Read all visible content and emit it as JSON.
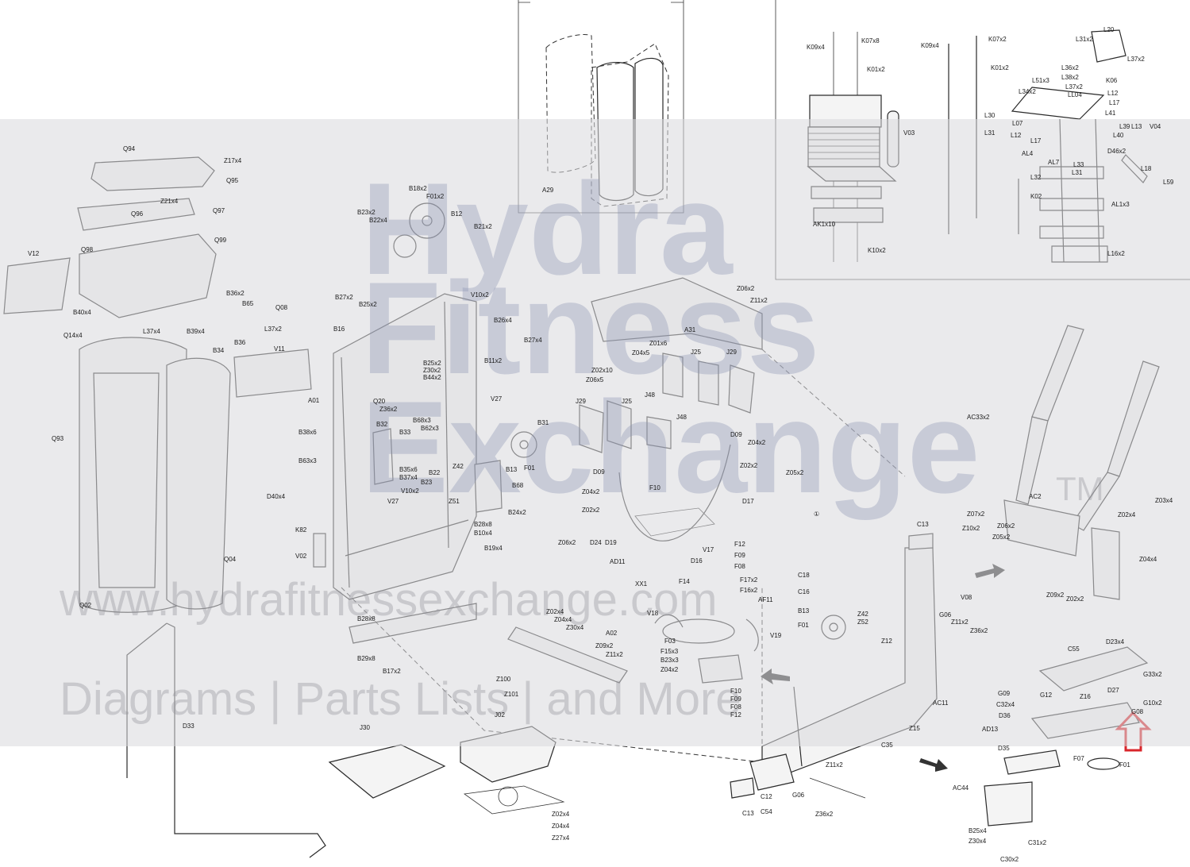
{
  "labels": {
    "Q94": "Q94",
    "Z17x4": "Z17x4",
    "Q95": "Q95",
    "Z21x4": "Z21x4",
    "Q96": "Q96",
    "Q97": "Q97",
    "Q98": "Q98",
    "Q99": "Q99",
    "V12": "V12",
    "B40x4": "B40x4",
    "Q14x4": "Q14x4",
    "L37x4": "L37x4",
    "B36x2": "B36x2",
    "B65": "B65",
    "Q08": "Q08",
    "L37x2": "L37x2",
    "B39x4": "B39x4",
    "B34": "B34",
    "B36": "B36",
    "V11": "V11",
    "Q93": "Q93",
    "D40x4": "D40x4",
    "K82": "K82",
    "Q04": "Q04",
    "Q02": "Q02",
    "D33": "D33",
    "V02": "V02",
    "A29": "A29",
    "K09x4": "K09x4",
    "K07x8": "K07x8",
    "K01x2": "K01x2",
    "K09x4b": "K09x4",
    "K07x2": "K07x2",
    "K01x2b": "K01x2",
    "V03": "V03",
    "AK1x10": "AK1x10",
    "K10x2": "K10x2",
    "K02": "K02",
    "L31x2": "L31x2",
    "L20": "L20",
    "L37x2b": "L37x2",
    "L36x2": "L36x2",
    "L38x2": "L38x2",
    "L51x3": "L51x3",
    "K06": "K06",
    "L37x2c": "L37x2",
    "LL04": "LL04",
    "L34x2": "L34x2",
    "L12": "L12",
    "L17": "L17",
    "L41": "L41",
    "L30": "L30",
    "L07": "L07",
    "L31": "L31",
    "L12b": "L12",
    "L17b": "L17",
    "L39": "L39",
    "L13": "L13",
    "V04": "V04",
    "L40": "L40",
    "AL4": "AL4",
    "D46x2": "D46x2",
    "AL7": "AL7",
    "L33": "L33",
    "L31b": "L31",
    "L18": "L18",
    "L59": "L59",
    "L32": "L32",
    "AL1x3": "AL1x3",
    "L16x2": "L16x2",
    "B18x2": "B18x2",
    "F01x2": "F01x2",
    "B23x2": "B23x2",
    "B22x4": "B22x4",
    "B12": "B12",
    "B21x2": "B21x2",
    "V10x2": "V10x2",
    "B27x2": "B27x2",
    "B25x2": "B25x2",
    "B16": "B16",
    "B26x4": "B26x4",
    "B27x4": "B27x4",
    "A01": "A01",
    "B25x2b": "B25x2",
    "Z30x2": "Z30x2",
    "B44x2": "B44x2",
    "B11x2": "B11x2",
    "Q20": "Q20",
    "Z36x2": "Z36x2",
    "V27": "V27",
    "B68x3": "B68x3",
    "B32": "B32",
    "B33": "B33",
    "B62x3": "B62x3",
    "B38x6": "B38x6",
    "B63x3": "B63x3",
    "B31": "B31",
    "B35x6": "B35x6",
    "B37x4": "B37x4",
    "Z42": "Z42",
    "B22": "B22",
    "B23": "B23",
    "B13": "B13",
    "F01": "F01",
    "B68": "B68",
    "V27b": "V27",
    "V10x2b": "V10x2",
    "Z51": "Z51",
    "B24x2": "B24x2",
    "B28x8": "B28x8",
    "B10x4": "B10x4",
    "B19x4": "B19x4",
    "B28x8b": "B28x8",
    "B29x8": "B29x8",
    "B17x2": "B17x2",
    "Z02x4": "Z02x4",
    "Z04x4": "Z04x4",
    "Z30x4": "Z30x4",
    "A02": "A02",
    "Z09x2": "Z09x2",
    "Z11x2": "Z11x2",
    "Z100": "Z100",
    "Z101": "Z101",
    "J30": "J30",
    "J02": "J02",
    "Z02x4b": "Z02x4",
    "Z04x4b": "Z04x4",
    "Z27x4": "Z27x4",
    "Z06x2": "Z06x2",
    "Z11x2b": "Z11x2",
    "A31": "A31",
    "Z01x6": "Z01x6",
    "Z04x5": "Z04x5",
    "Z02x10": "Z02x10",
    "Z06x5": "Z06x5",
    "J25": "J25",
    "J29": "J29",
    "J48": "J48",
    "J29b": "J29",
    "J25b": "J25",
    "J48b": "J48",
    "D09": "D09",
    "Z04x2": "Z04x2",
    "Z02x2": "Z02x2",
    "Z05x2": "Z05x2",
    "D09b": "D09",
    "Z04x2b": "Z04x2",
    "Z02x2b": "Z02x2",
    "F10": "F10",
    "D17": "D17",
    "circle1": "①",
    "Z06x2b": "Z06x2",
    "D24": "D24",
    "D19": "D19",
    "V17": "V17",
    "F12": "F12",
    "F09": "F09",
    "AD11": "AD11",
    "D16": "D16",
    "F08": "F08",
    "XX1": "XX1",
    "F14": "F14",
    "F17x2": "F17x2",
    "F16x2": "F16x2",
    "AF11": "AF11",
    "V18": "V18",
    "F03": "F03",
    "F15x3": "F15x3",
    "B23x3": "B23x3",
    "Z04x2c": "Z04x2",
    "V19": "V19",
    "F10b": "F10",
    "F09b": "F09",
    "F08b": "F08",
    "F12b": "F12",
    "C13": "C13",
    "C18": "C18",
    "C16": "C16",
    "B13b": "B13",
    "Z42b": "Z42",
    "F01b": "F01",
    "Z52": "Z52",
    "V08": "V08",
    "G06": "G06",
    "Z11x2c": "Z11x2",
    "Z36x2b": "Z36x2",
    "Z12": "Z12",
    "AC11": "AC11",
    "Z15": "Z15",
    "C35": "C35",
    "Z11x2d": "Z11x2",
    "G06b": "G06",
    "Z36x2c": "Z36x2",
    "C12": "C12",
    "C54": "C54",
    "C13b": "C13",
    "AC33x2": "AC33x2",
    "AC2": "AC2",
    "Z07x2": "Z07x2",
    "Z10x2": "Z10x2",
    "Z06x2c": "Z06x2",
    "Z05x2b": "Z05x2",
    "Z03x4": "Z03x4",
    "Z02x4c": "Z02x4",
    "Z04x4c": "Z04x4",
    "Z09x2b": "Z09x2",
    "Z02x2c": "Z02x2",
    "C55": "C55",
    "D23x4": "D23x4",
    "G33x2": "G33x2",
    "G09": "G09",
    "G12": "G12",
    "C32x4": "C32x4",
    "Z16": "Z16",
    "D27": "D27",
    "G10x2": "G10x2",
    "D36": "D36",
    "G08": "G08",
    "AD13": "AD13",
    "D35": "D35",
    "F07": "F07",
    "F01c": "F01",
    "AC44": "AC44",
    "B25x4": "B25x4",
    "Z30x4b": "Z30x4",
    "C31x2": "C31x2",
    "C30x2": "C30x2"
  },
  "watermark": {
    "brand_line1": "Hydra",
    "brand_line2": "Fitness",
    "brand_line3": "Exchange",
    "tm": "TM",
    "url": "www.hydrafitnessexchange.com",
    "tagline": "Diagrams | Parts Lists | and More"
  },
  "colors": {
    "highlight_arrow": "#d9262b",
    "watermark_band": "#d9d9dc",
    "watermark_text": "#8a93b3"
  }
}
